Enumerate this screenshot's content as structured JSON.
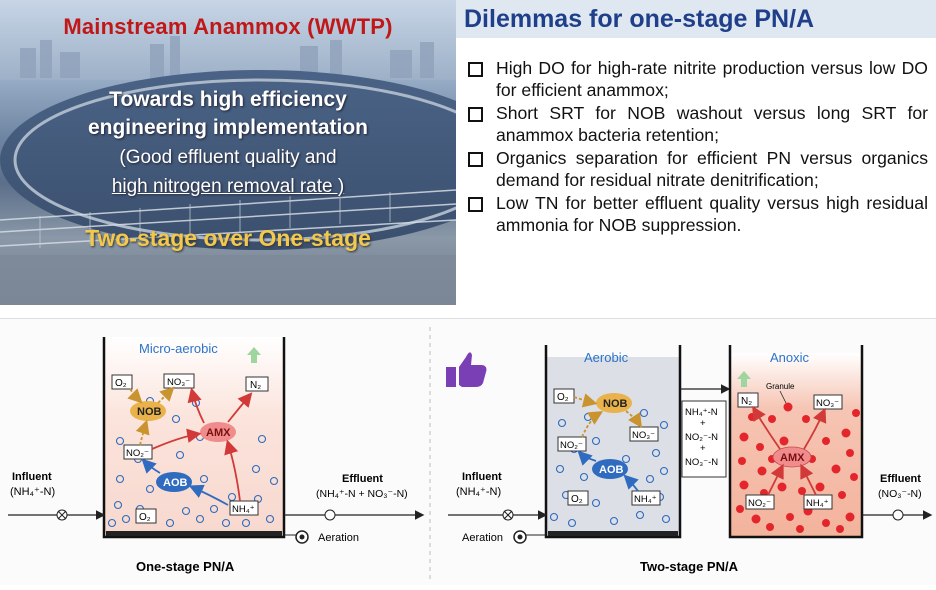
{
  "photo": {
    "title": "Mainstream Anammox (WWTP)",
    "line1": "Towards high efficiency",
    "line2": "engineering implementation",
    "line3": "(Good effluent quality and",
    "line4": "high nitrogen removal rate )",
    "bottom": "Two-stage over One-stage"
  },
  "dilemmas": {
    "title": "Dilemmas for one-stage PN/A",
    "items": [
      "High DO for high-rate nitrite production versus low DO for efficient anammox;",
      "Short SRT for NOB washout versus long SRT for anammox bacteria retention;",
      "Organics separation for efficient PN versus organics demand for residual nitrate denitrification;",
      "Low TN for better effluent quality versus high residual ammonia for NOB suppression."
    ]
  },
  "one_stage": {
    "zone": "Micro-aerobic",
    "caption": "One-stage PN/A",
    "influent": "Influent",
    "influent_sub": "(NH₄⁺-N)",
    "effluent": "Effluent",
    "effluent_sub": "(NH₄⁺-N + NO₃⁻-N)",
    "aeration": "Aeration",
    "nob": "NOB",
    "amx": "AMX",
    "aob": "AOB",
    "o2": "O₂",
    "no3": "NO₃⁻",
    "n2": "N₂",
    "no2": "NO₂⁻",
    "nh4": "NH₄⁺"
  },
  "two_stage": {
    "aerobic": "Aerobic",
    "anoxic": "Anoxic",
    "caption": "Two-stage PN/A",
    "influent": "Influent",
    "influent_sub": "(NH₄⁺-N)",
    "effluent": "Effluent",
    "effluent_sub": "(NO₃⁻-N)",
    "aeration": "Aeration",
    "granule": "Granule",
    "nob": "NOB",
    "aob": "AOB",
    "amx": "AMX",
    "o2_top": "O₂",
    "o2_bottom": "O₂",
    "no3": "NO₃⁻",
    "no2_left": "NO₂⁻",
    "nh4_left": "NH₄⁺",
    "n2": "N₂",
    "no3_right": "NO₃⁻",
    "no2_right": "NO₂⁻",
    "nh4_right": "NH₄⁺",
    "transfer": [
      "NH₄⁺-N",
      "+",
      "NO₂⁻-N",
      "+",
      "NO₃⁻-N"
    ]
  },
  "colors": {
    "title_red": "#c01818",
    "title_blue": "#1f3f8a",
    "bottom_yellow": "#f2c94c",
    "nob": "#e9b24a",
    "amx": "#f08c8c",
    "aob": "#2f6bbf",
    "granule": "#e3262b",
    "thumb": "#7b3fb5"
  },
  "icons": [
    "thumbs-up-icon",
    "aeration-pump-icon",
    "valve-icon"
  ]
}
